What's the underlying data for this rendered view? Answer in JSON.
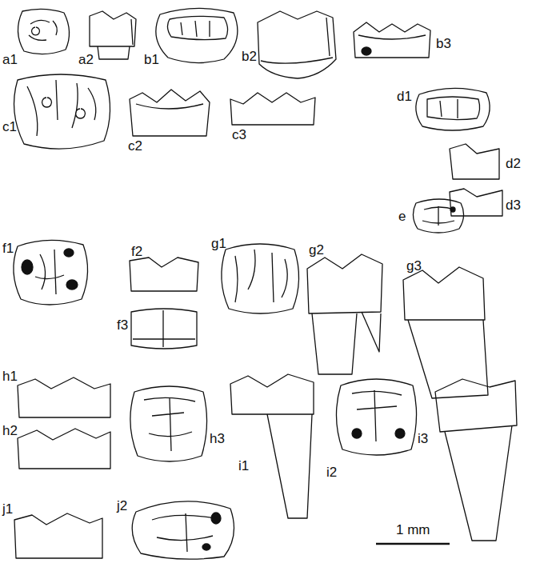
{
  "diagram": {
    "labels": [
      "a1",
      "a2",
      "b1",
      "b2",
      "b3",
      "c1",
      "c2",
      "c3",
      "d1",
      "d2",
      "d3",
      "e",
      "f1",
      "f2",
      "g1",
      "f3",
      "g2",
      "g3",
      "h1",
      "h2",
      "h3",
      "i1",
      "i2",
      "i3",
      "j1",
      "j2",
      "1 mm"
    ]
  }
}
